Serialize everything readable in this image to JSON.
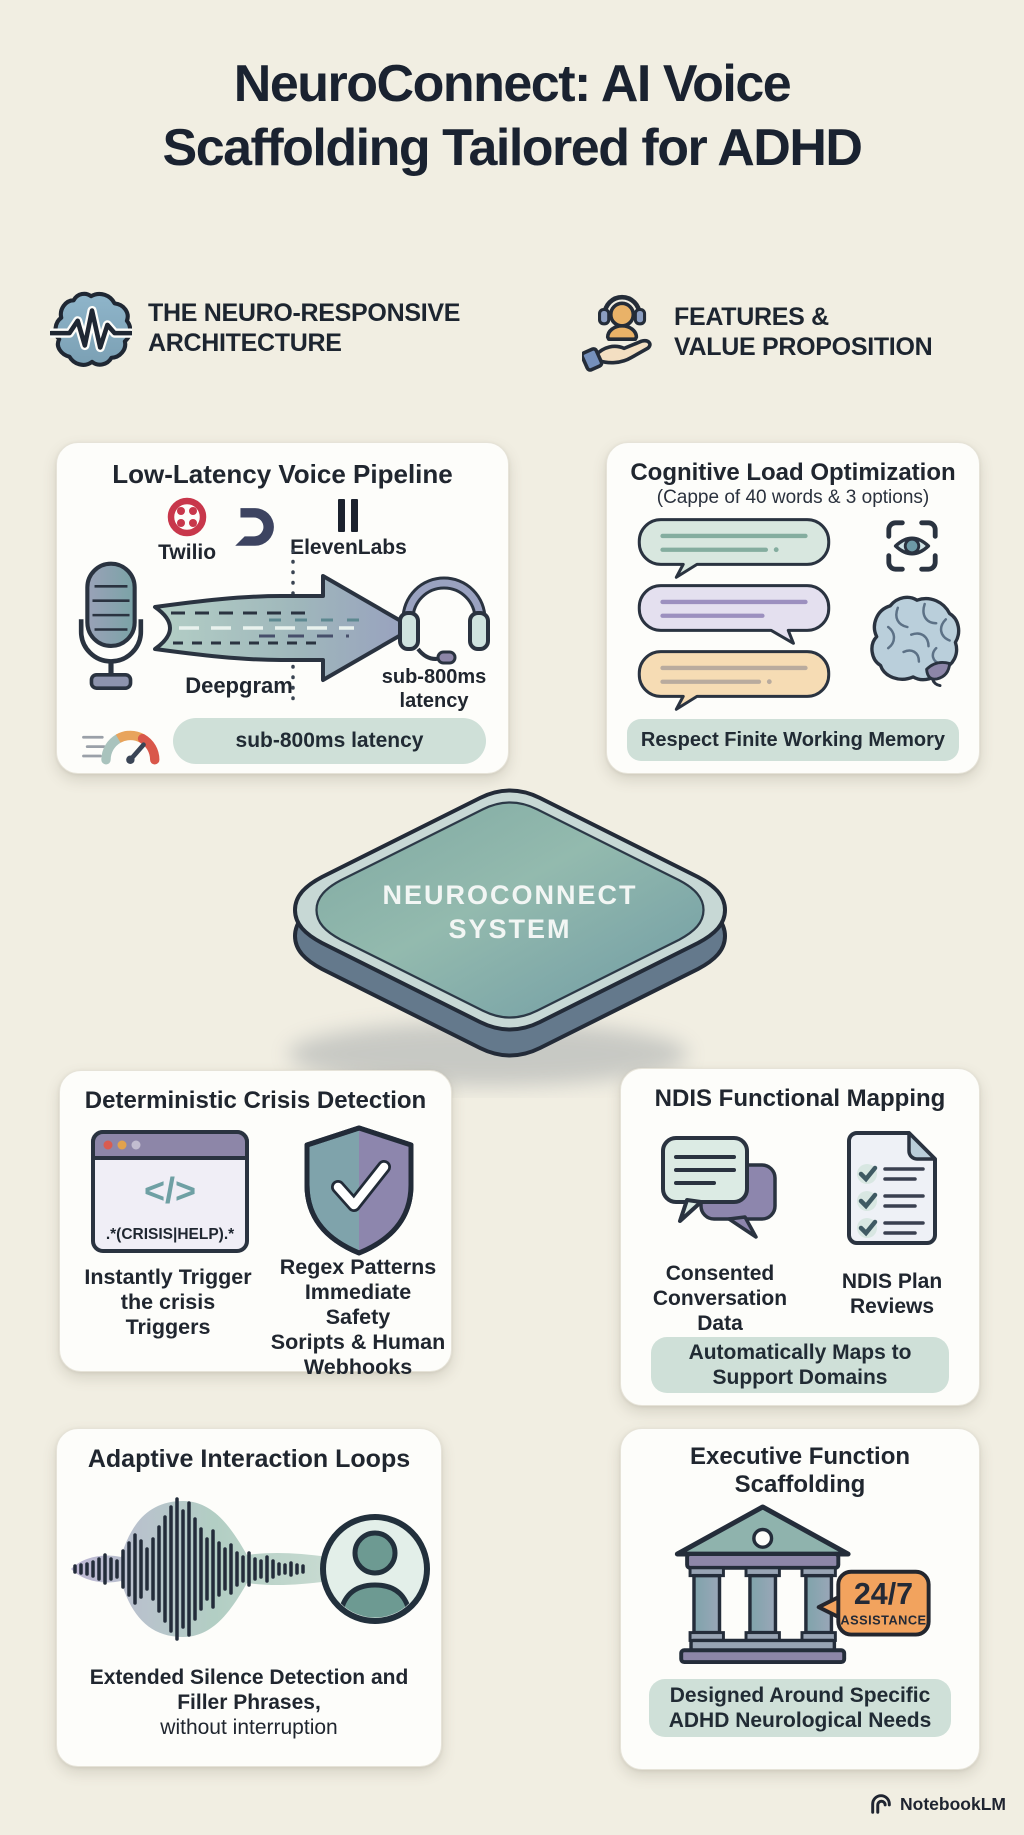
{
  "infographic": {
    "title": "NeuroConnect: AI Voice\nScaffolding Tailored for ADHD",
    "footer_brand": "NotebookLM"
  },
  "sections": {
    "architecture": "THE NEURO-RESPONSIVE\nARCHITECTURE",
    "features": "FEATURES &\nVALUE PROPOSITION"
  },
  "pipeline": {
    "title": "Low-Latency Voice Pipeline",
    "twilio": "Twilio",
    "elevenlabs": "ElevenLabs",
    "deepgram": "Deepgram",
    "latency_note": "sub-800ms\nlatency",
    "pill": "sub-800ms latency"
  },
  "cognitive": {
    "title": "Cognitive Load Optimization",
    "subtitle": "(Cappe of 40 words & 3 options)",
    "pill": "Respect Finite Working Memory"
  },
  "system": {
    "line1": "NEUROCONNECT",
    "line2": "SYSTEM"
  },
  "crisis": {
    "title": "Deterministic Crisis Detection",
    "code_glyph": "</>",
    "regex": ".*(CRISIS|HELP).*",
    "left_caption": "Instantly Trigger\nthe crisis\nTriggers",
    "right_caption": "Regex Patterns\nImmediate Safety\nSoripts & Human\nWebhooks"
  },
  "ndis": {
    "title": "NDIS Functional Mapping",
    "left_caption": "Consented\nConversation\nData",
    "right_caption": "NDIS Plan\nReviews",
    "pill": "Automatically Maps to\nSupport Domains"
  },
  "adaptive": {
    "title": "Adaptive Interaction Loops",
    "caption_strong": "Extended Silence Detection and\nFiller Phrases,",
    "caption_light": "without interruption"
  },
  "executive": {
    "title": "Executive Function\nScaffolding",
    "badge_value": "24/7",
    "badge_label": "ASSISTANCE",
    "pill": "Designed Around Specific\nADHD Neurological Needs"
  },
  "colors": {
    "background": "#f1eee2",
    "card": "#fdfdfa",
    "ink": "#1c2431",
    "pill_bg": "#cfe0d8",
    "accent_teal": "#7fa3ab",
    "accent_purple": "#8d86a8",
    "accent_orange": "#f2a35e",
    "twilio_red": "#c8374b",
    "diamond_teal": "#82aba0"
  }
}
